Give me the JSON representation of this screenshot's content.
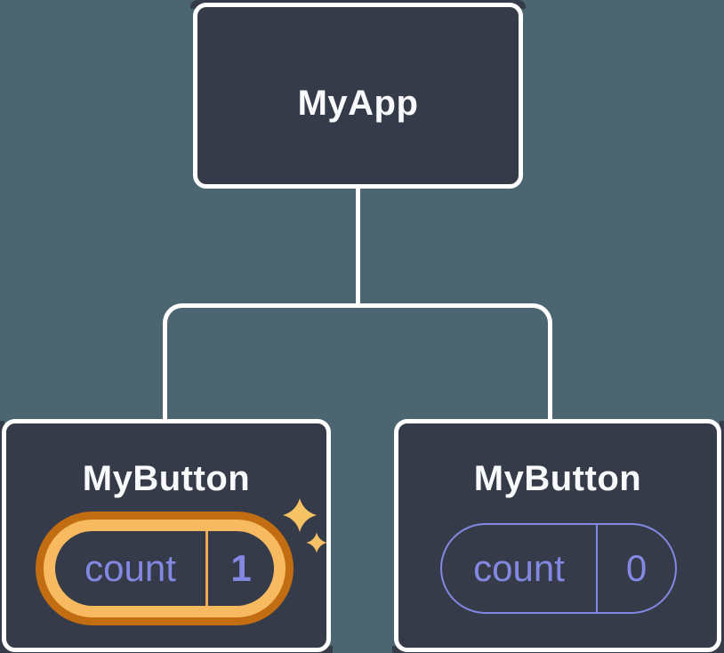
{
  "diagram": {
    "type": "component-tree",
    "colors": {
      "background": "#4b6671",
      "node_fill": "#353b48",
      "node_stroke": "#ffffff",
      "title_text": "#f8f9fa",
      "state_text": "#8388e2",
      "pill_plain_border": "#8388e2",
      "highlight_outer_ring": "#c26d12",
      "highlight_inner_ring": "#f8ba61",
      "highlight_divider": "#f2aa52",
      "sparkle": "#f6c266"
    },
    "root": {
      "label": "MyApp"
    },
    "children": [
      {
        "label": "MyButton",
        "state_key": "count",
        "state_value": "1",
        "highlighted": true
      },
      {
        "label": "MyButton",
        "state_key": "count",
        "state_value": "0",
        "highlighted": false
      }
    ]
  }
}
